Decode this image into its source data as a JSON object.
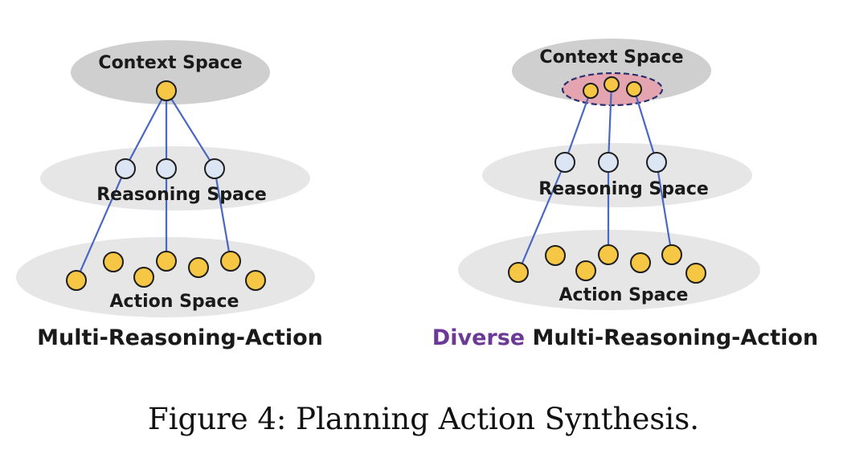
{
  "colors": {
    "ellipse_fill": "#dcdcdc",
    "context_ellipse_fill": "#c8c8c8",
    "edge": "#4a67c4",
    "reasoning_node_fill": "#dbe5f3",
    "action_node_fill": "#f6c745",
    "node_stroke": "#1e1e1e",
    "highlight_region_fill": "#e4a5b0",
    "highlight_region_stroke": "#2b2f6e",
    "diverse_word": "#6b3a96"
  },
  "left_panel": {
    "context_label": "Context Space",
    "reasoning_label": "Reasoning Space",
    "action_label": "Action Space",
    "title": "Multi-Reasoning-Action"
  },
  "right_panel": {
    "context_label": "Context Space",
    "reasoning_label": "Reasoning Space",
    "action_label": "Action Space",
    "title_highlight": "Diverse",
    "title_rest": " Multi-Reasoning-Action"
  },
  "caption": "Figure 4: Planning Action Synthesis."
}
